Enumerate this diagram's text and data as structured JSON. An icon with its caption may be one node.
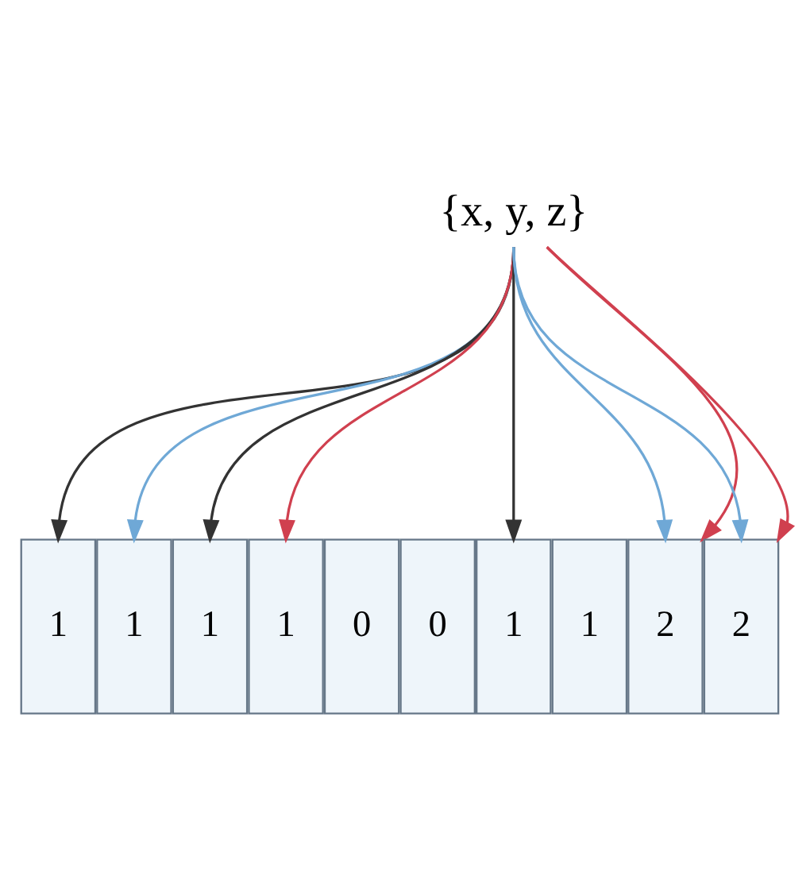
{
  "diagram": {
    "nodes": [
      {
        "text": [
          "{x, y, z}"
        ]
      },
      {
        "text": [
          "1"
        ]
      },
      {
        "text": [
          "1"
        ]
      },
      {
        "text": [
          "1"
        ]
      },
      {
        "text": [
          "1"
        ]
      },
      {
        "text": [
          "0"
        ]
      },
      {
        "text": [
          "0"
        ]
      },
      {
        "text": [
          "1"
        ]
      },
      {
        "text": [
          "1"
        ]
      },
      {
        "text": [
          "2"
        ]
      },
      {
        "text": [
          "2"
        ]
      }
    ],
    "edges": [
      {
        "from": 0,
        "to": 1,
        "arrow": "to"
      },
      {
        "from": 0,
        "to": 3,
        "arrow": "to"
      },
      {
        "from": 0,
        "to": 7,
        "arrow": "to"
      },
      {
        "from": 0,
        "to": 2,
        "arrow": "to",
        "color": "#6fa8d6"
      },
      {
        "from": 0,
        "to": 9,
        "arrow": "to",
        "color": "#6fa8d6"
      },
      {
        "from": 0,
        "to": 10,
        "arrow": "to",
        "color": "#6fa8d6"
      },
      {
        "from": 0,
        "to": 4,
        "arrow": "to",
        "color": "#d0404f"
      },
      {
        "from": 0,
        "to": 9,
        "arrow": "to",
        "color": "#d0404f"
      },
      {
        "from": 0,
        "to": 10,
        "arrow": "to",
        "color": "#d0404f"
      }
    ]
  }
}
